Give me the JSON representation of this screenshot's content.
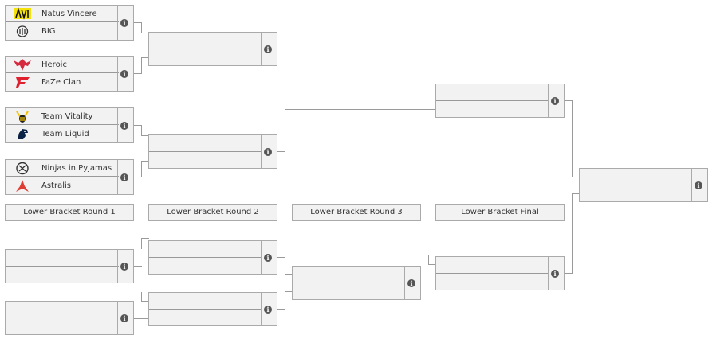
{
  "teams": {
    "navi": "Natus Vincere",
    "big": "BIG",
    "heroic": "Heroic",
    "faze": "FaZe Clan",
    "vitality": "Team Vitality",
    "liquid": "Team Liquid",
    "nip": "Ninjas in Pyjamas",
    "astralis": "Astralis"
  },
  "round_labels": [
    "Lower Bracket Round 1",
    "Lower Bracket Round 2",
    "Lower Bracket Round 3",
    "Lower Bracket Final"
  ],
  "info_glyph": "i",
  "colors": {
    "box_fill": "#f2f2f2",
    "border": "#aaaaaa",
    "connector": "#9a9a9a",
    "info_icon": "#555555",
    "navi_yellow": "#f5e10a",
    "heroic_red": "#d6283e",
    "faze_red": "#e0202f",
    "astralis_red": "#e03c31",
    "vitality_yellow": "#f2c200",
    "liquid_navy": "#0a2345"
  }
}
